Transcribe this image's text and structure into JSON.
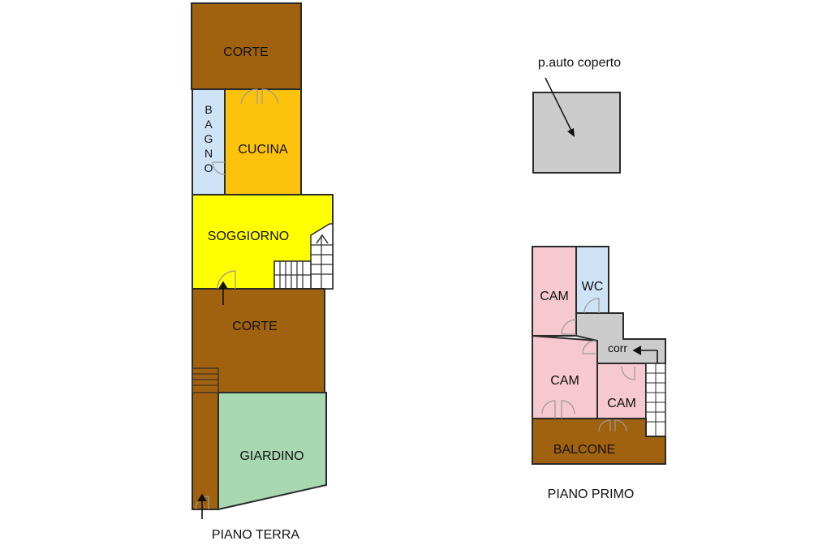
{
  "ground_floor": {
    "rooms": {
      "corte_top": "CORTE",
      "bagno": [
        "B",
        "A",
        "G",
        "N",
        "O"
      ],
      "cucina": "CUCINA",
      "soggiorno": "SOGGIORNO",
      "corte_bottom": "CORTE",
      "giardino": "GIARDINO"
    },
    "caption": "PIANO TERRA"
  },
  "parking": {
    "label": "p.auto coperto"
  },
  "first_floor": {
    "rooms": {
      "cam_top": "CAM",
      "wc": "WC",
      "corr": "corr",
      "cam_mid": "CAM",
      "cam_small": "CAM",
      "balcone": "BALCONE"
    },
    "caption": "PIANO PRIMO"
  },
  "colors": {
    "corte": "#a0620f",
    "bagno": "#cfe3f7",
    "cucina": "#fcc20c",
    "soggiorno": "#ffff00",
    "giardino": "#a7d8b0",
    "parking": "#cccccc",
    "camera": "#f6c8d0",
    "wc": "#cfe3f7",
    "corr": "#cccccc",
    "balcone": "#a0620f"
  }
}
